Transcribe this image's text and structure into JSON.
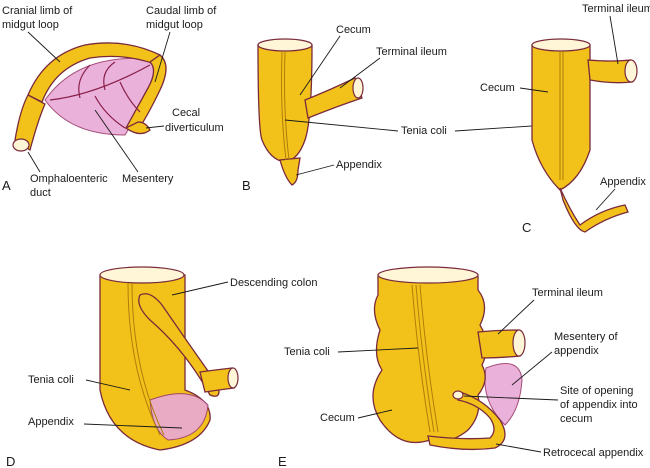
{
  "panels": {
    "a": "A",
    "b": "B",
    "c": "C",
    "d": "D",
    "e": "E"
  },
  "labels": {
    "a_cranial_1": "Cranial limb of",
    "a_cranial_2": "midgut loop",
    "a_caudal_1": "Caudal limb of",
    "a_caudal_2": "midgut loop",
    "a_cecal_1": "Cecal",
    "a_cecal_2": "diverticulum",
    "a_omph_1": "Omphaloenteric",
    "a_omph_2": "duct",
    "a_mesentery": "Mesentery",
    "b_cecum": "Cecum",
    "b_terminal_ileum": "Terminal ileum",
    "bc_tenia_coli": "Tenia coli",
    "b_appendix": "Appendix",
    "c_terminal_ileum": "Terminal ileum",
    "c_cecum": "Cecum",
    "c_appendix": "Appendix",
    "d_descending_colon": "Descending colon",
    "d_tenia_coli": "Tenia coli",
    "d_appendix": "Appendix",
    "e_terminal_ileum": "Terminal ileum",
    "e_tenia_coli": "Tenia coli",
    "e_mesentery_1": "Mesentery of",
    "e_mesentery_2": "appendix",
    "e_site_1": "Site of opening",
    "e_site_2": "of appendix into",
    "e_site_3": "cecum",
    "e_cecum": "Cecum",
    "e_retrocecal": "Retrocecal appendix"
  },
  "colors": {
    "intestine": "#f2c21b",
    "outline": "#7a2a3a",
    "mesentery": "#e8a9d6",
    "vessel": "#8a1f4a"
  }
}
